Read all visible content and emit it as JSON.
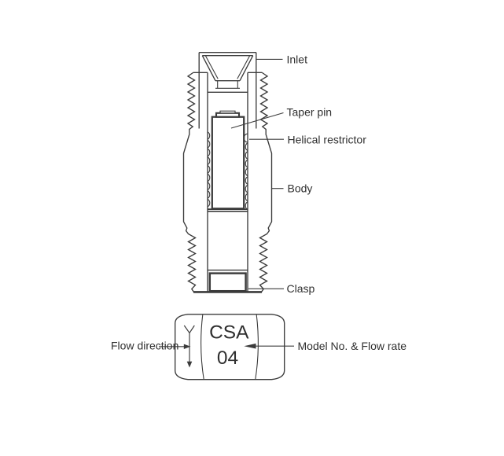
{
  "diagram": {
    "labels": {
      "inlet": "Inlet",
      "taper_pin": "Taper pin",
      "helical_restrictor": "Helical restrictor",
      "body": "Body",
      "clasp": "Clasp",
      "flow_direction": "Flow direction",
      "model_flow_rate": "Model No. & Flow rate"
    },
    "nut_marking": {
      "line1": "CSA",
      "line2": "04"
    },
    "colors": {
      "line": "#3b3b3b",
      "text": "#2f2f2f",
      "background": "#ffffff"
    }
  }
}
